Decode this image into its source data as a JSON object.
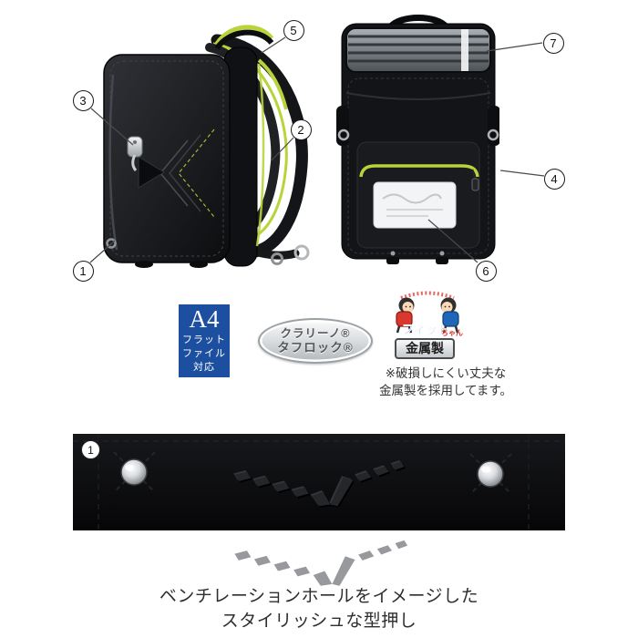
{
  "callouts": [
    {
      "label": "5"
    },
    {
      "label": "7"
    },
    {
      "label": "3"
    },
    {
      "label": "2"
    },
    {
      "label": "4"
    },
    {
      "label": "6"
    },
    {
      "label": "1"
    }
  ],
  "badges": {
    "a4": {
      "big": "A4",
      "lines": [
        "フラット",
        "ファイル",
        "対応"
      ]
    },
    "clarino": {
      "line1": "クラリーノ®",
      "line2": "タフロック®"
    },
    "fitchan": {
      "main": "フィット",
      "suffix": "ちゃん"
    },
    "metal": {
      "label": "金属製",
      "note1": "※破損しにくい丈夫な",
      "note2": "金属製を採用してます。"
    }
  },
  "detail": {
    "callout": "1",
    "caption1": "ベンチレーションホールをイメージした",
    "caption2": "スタイリッシュな型押し"
  },
  "colors": {
    "accent_lime": "#b9d33b",
    "badge_blue": "#1c4f9f",
    "fitchan_red": "#d8382e",
    "fitchan_blue": "#1f66b8",
    "wing_gray": "#97999c",
    "backpack_black": "#131417"
  }
}
